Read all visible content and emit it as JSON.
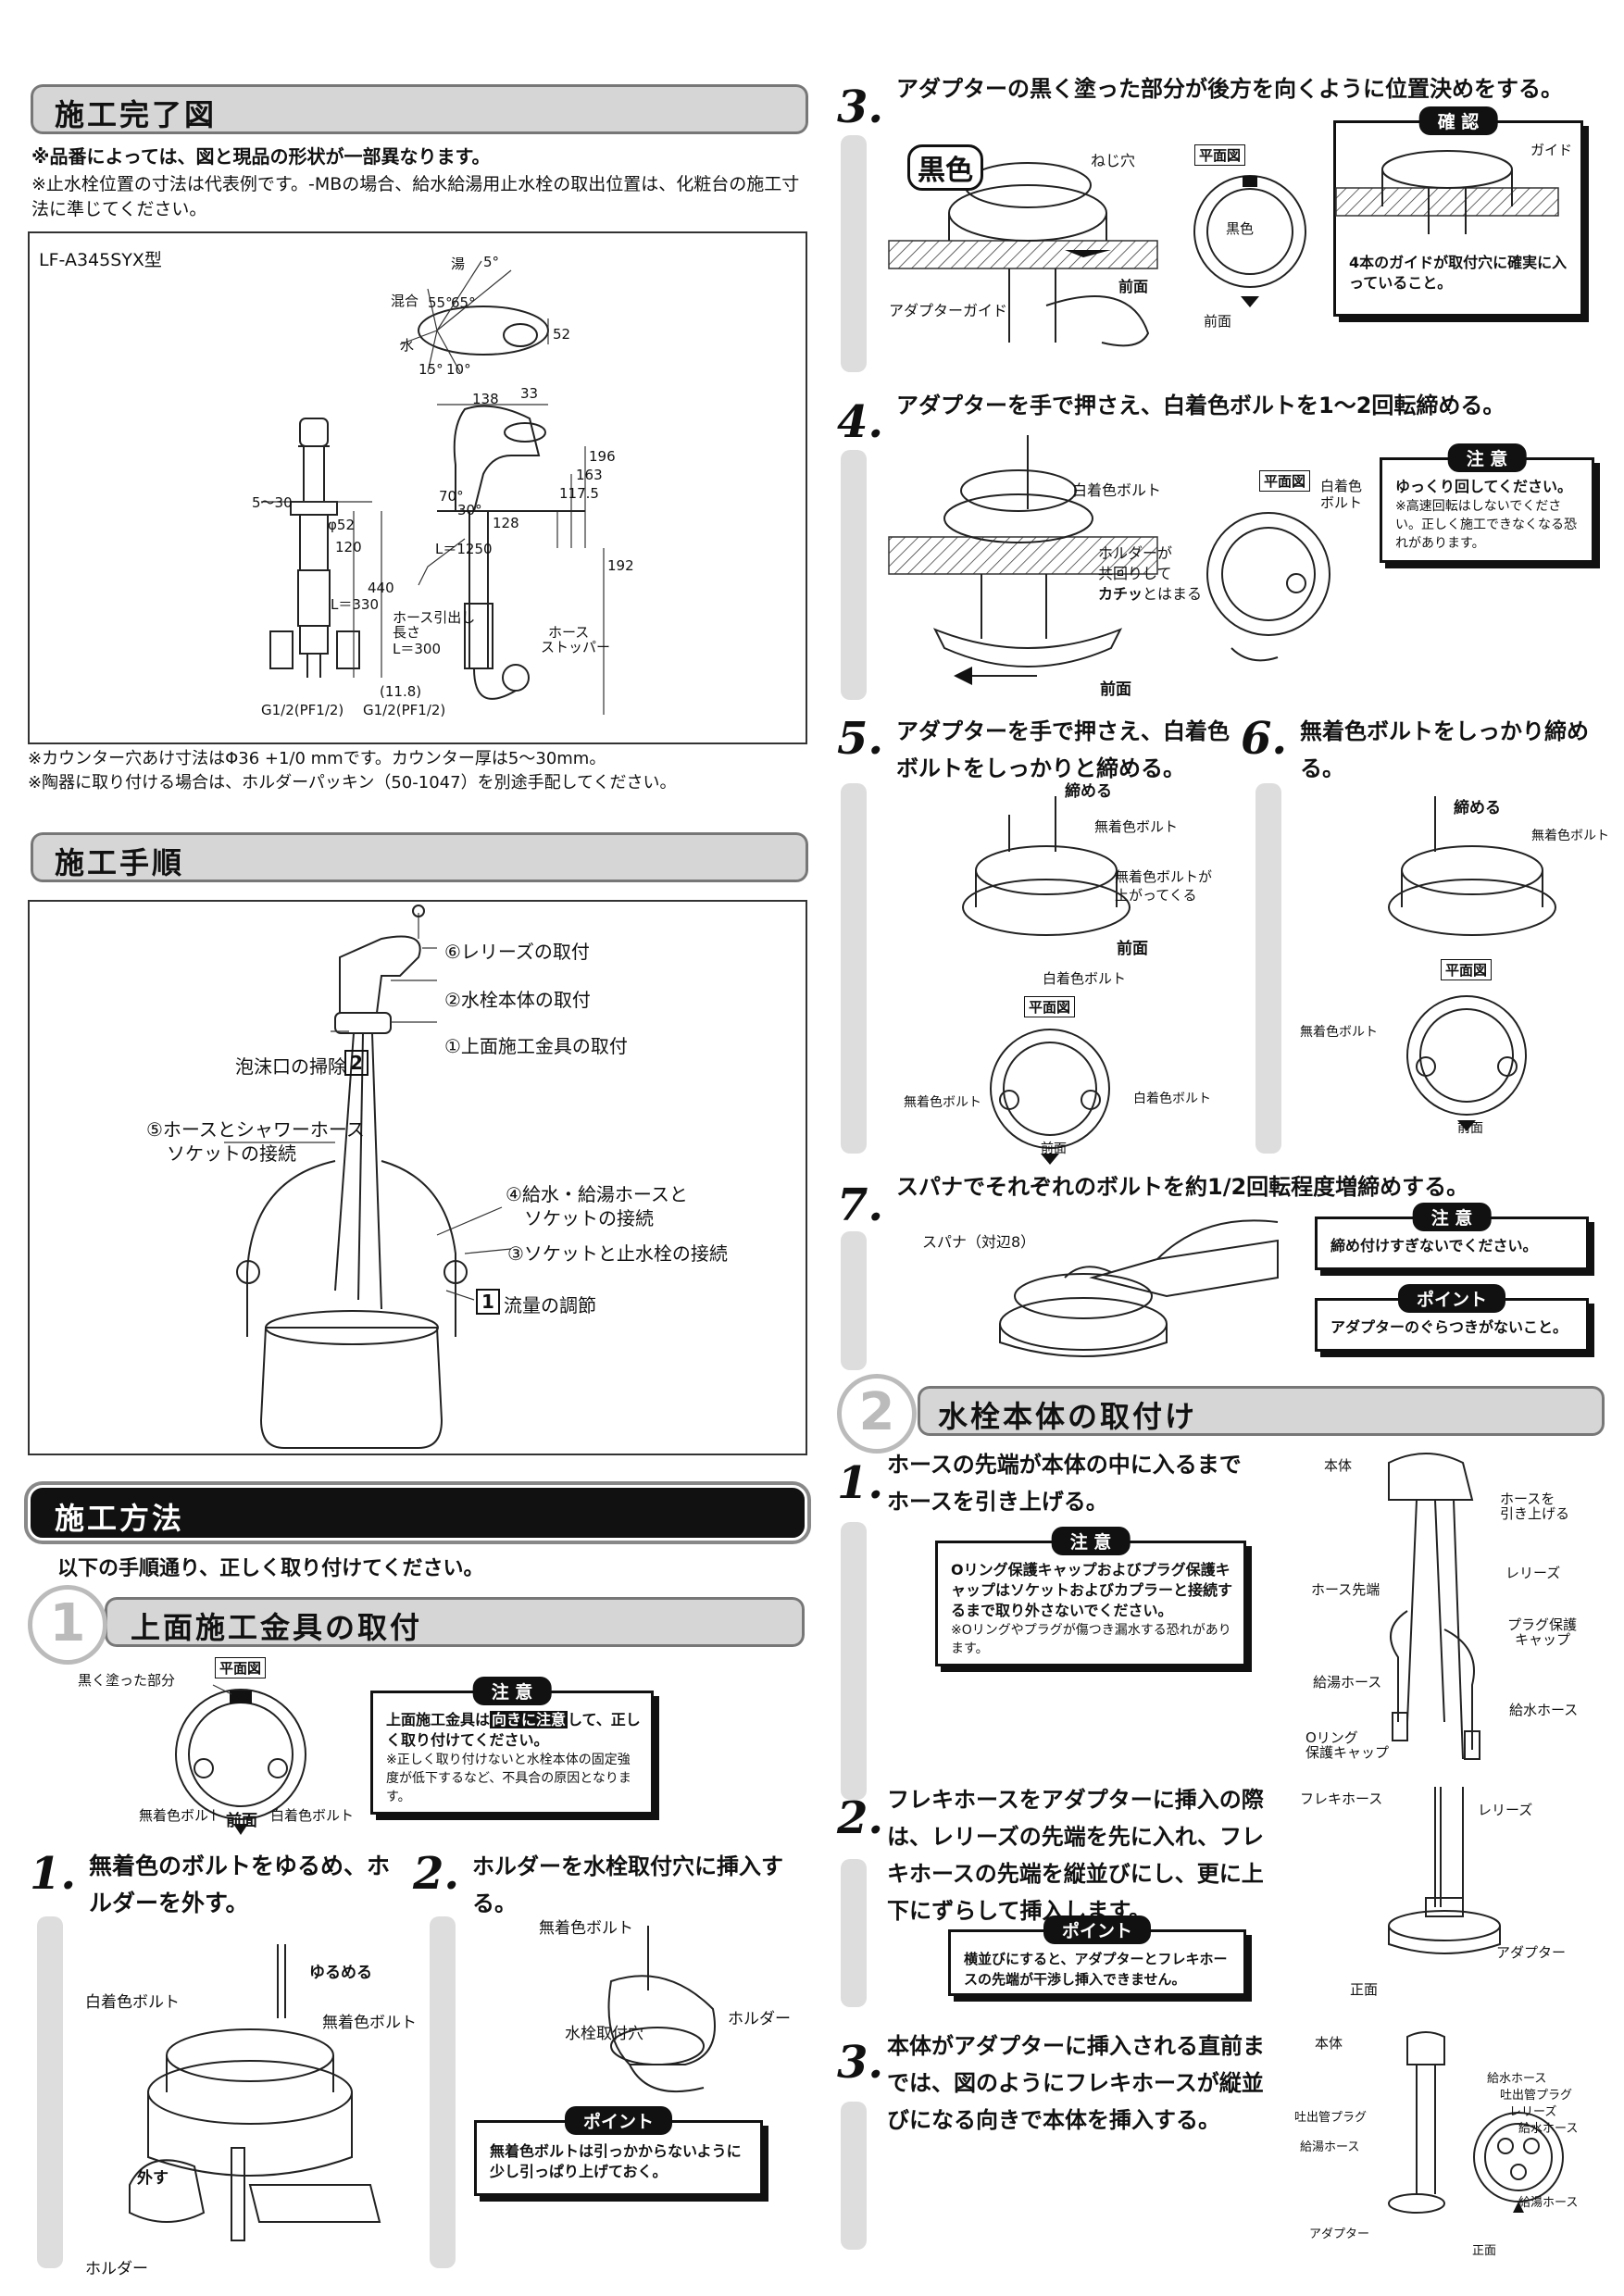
{
  "sec_complete": {
    "title": "施工完了図",
    "note_bold": "※品番によっては、図と現品の形状が一部異なります。",
    "note": "※止水栓位置の寸法は代表例です。-MBの場合、給水給湯用止水栓の取出位置は、化粧台の施工寸法に準じてください。",
    "model": "LF-A345SYX型",
    "dims": {
      "hot": "湯",
      "mix": "混合",
      "water": "水",
      "a5": "5°",
      "a55": "55°",
      "a65": "65°",
      "a15": "15°",
      "a10": "10°",
      "d52": "52",
      "d138": "138",
      "d33": "33",
      "d196": "196",
      "d163": "163",
      "d1175": "117.5",
      "a70": "70°",
      "a30": "30°",
      "d128": "128",
      "l1250": "L＝1250",
      "d192": "192",
      "d5_30": "5〜30",
      "phi52": "φ52",
      "d120": "120",
      "d440": "440",
      "l330": "L＝330",
      "hose_len": "ホース引出し",
      "hose_len2": "長さ",
      "l300": "L＝300",
      "stopper": "ホース",
      "stopper2": "ストッパー",
      "d118": "(11.8)",
      "g1": "G1/2(PF1/2)",
      "g2": "G1/2(PF1/2)"
    },
    "foot1": "※カウンター穴あけ寸法はΦ36 +1/0 mmです。カウンター厚は5〜30mm。",
    "foot2": "※陶器に取り付ける場合は、ホルダーパッキン（50-1047）を別途手配してください。"
  },
  "sec_procedure": {
    "title": "施工手順",
    "labels": {
      "s6": "⑥レリーズの取付",
      "s2": "②水栓本体の取付",
      "s1": "①上面施工金具の取付",
      "aerator": "泡沫口の掃除",
      "aerator_num": "2",
      "s5a": "⑤ホースとシャワーホース",
      "s5b": "ソケットの接続",
      "s4a": "④給水・給湯ホースと",
      "s4b": "ソケットの接続",
      "s3": "③ソケットと止水栓の接続",
      "flow_num": "1",
      "flow": "流量の調節"
    }
  },
  "sec_method": {
    "title": "施工方法",
    "intro": "以下の手順通り、正しく取り付けてください。"
  },
  "part1": {
    "num": "1",
    "title": "上面施工金具の取付",
    "plan": "平面図",
    "black_part": "黒く塗った部分",
    "bolt_clear": "無着色ボルト",
    "front": "前面",
    "bolt_white": "白着色ボルト",
    "caution_tag": "注 意",
    "caution_a": "上面施工金具は",
    "caution_hl": "向きに注意",
    "caution_b": "して、正しく取り付けてください。",
    "caution_sub": "※正しく取り付けないと水栓本体の固定強度が低下するなど、不具合の原因となります。",
    "step1_num": "1.",
    "step1": "無着色のボルトをゆるめ、ホルダーを外す。",
    "s1_loosen": "ゆるめる",
    "s1_white": "白着色ボルト",
    "s1_clear": "無着色ボルト",
    "s1_remove": "外す",
    "s1_holder": "ホルダー",
    "step2_num": "2.",
    "step2": "ホルダーを水栓取付穴に挿入する。",
    "s2_clear": "無着色ボルト",
    "s2_hole": "水栓取付穴",
    "s2_holder": "ホルダー",
    "point_tag": "ポイント",
    "point": "無着色ボルトは引っかからないように少し引っぱり上げておく。",
    "step3_num": "3.",
    "step3": "アダプターの黒く塗った部分が後方を向くように位置決めをする。",
    "s3_black": "黒色",
    "s3_screw": "ねじ穴",
    "s3_plan": "平面図",
    "s3_blackc": "黒色",
    "s3_front": "前面",
    "s3_front2": "前面",
    "s3_guide": "アダプターガイド",
    "confirm_tag": "確 認",
    "confirm_guide": "ガイド",
    "confirm": "4本のガイドが取付穴に確実に入っていること。",
    "step4_num": "4.",
    "step4": "アダプターを手で押さえ、白着色ボルトを1〜2回転締める。",
    "s4_white": "白着色ボルト",
    "s4_holder1": "ホルダーが",
    "s4_holder2": "共回りして",
    "s4_holder3a": "カチッ",
    "s4_holder3b": "とはまる",
    "s4_front": "前面",
    "s4_plan": "平面図",
    "s4_white2a": "白着色",
    "s4_white2b": "ボルト",
    "c4_tag": "注 意",
    "c4": "ゆっくり回してください。",
    "c4_sub": "※高速回転はしないでください。正しく施工できなくなる恐れがあります。",
    "step5_num": "5.",
    "step5": "アダプターを手で押さえ、白着色ボルトをしっかりと締める。",
    "s5_tighten": "締める",
    "s5_clear": "無着色ボルト",
    "s5_up1": "無着色ボルトが",
    "s5_up2": "上がってくる",
    "s5_front": "前面",
    "s5_white": "白着色ボルト",
    "s5_plan": "平面図",
    "s5_clear2": "無着色ボルト",
    "s5_white2": "白着色ボルト",
    "s5_front2": "前面",
    "step6_num": "6.",
    "step6": "無着色ボルトをしっかり締める。",
    "s6_tighten": "締める",
    "s6_clear": "無着色ボルト",
    "s6_plan": "平面図",
    "s6_clear2": "無着色ボルト",
    "s6_front": "前面",
    "step7_num": "7.",
    "step7": "スパナでそれぞれのボルトを約1/2回転程度増締めする。",
    "s7_spanner": "スパナ（対辺8）",
    "c7_tag": "注 意",
    "c7": "締め付けすぎないでください。",
    "p7_tag": "ポイント",
    "p7": "アダプターのぐらつきがないこと。"
  },
  "part2": {
    "num": "2",
    "title": "水栓本体の取付け",
    "step1_num": "1.",
    "step1": "ホースの先端が本体の中に入るまでホースを引き上げる。",
    "c1_tag": "注 意",
    "c1": "Oリング保護キャップおよびプラグ保護キャップはソケットおよびカプラーと接続するまで取り外さないでください。",
    "c1_sub": "※Oリングやプラグが傷つき漏水する恐れがあります。",
    "f1_body": "本体",
    "f1_pull1": "ホースを",
    "f1_pull2": "引き上げる",
    "f1_tip": "ホース先端",
    "f1_release": "レリーズ",
    "f1_plug1": "プラグ保護",
    "f1_plug2": "キャップ",
    "f1_hot": "給湯ホース",
    "f1_cold": "給水ホース",
    "f1_oring1": "Oリング",
    "f1_oring2": "保護キャップ",
    "step2_num": "2.",
    "step2": "フレキホースをアダプターに挿入の際は、レリーズの先端を先に入れ、フレキホースの先端を縦並びにし、更に上下にずらして挿入します。",
    "p2_tag": "ポイント",
    "p2": "横並びにすると、アダプターとフレキホースの先端が干渉し挿入できません。",
    "f2_flex": "フレキホース",
    "f2_release": "レリーズ",
    "f2_adapter": "アダプター",
    "f2_front": "正面",
    "step3_num": "3.",
    "step3": "本体がアダプターに挿入される直前までは、図のようにフレキホースが縦並びになる向きで本体を挿入する。",
    "f3_body": "本体",
    "f3_cold": "給水ホース",
    "f3_plug": "吐出管プラグ",
    "f3_release": "レリーズ",
    "f3_cold2": "給水ホース",
    "f3_plug2": "吐出管プラグ",
    "f3_hot": "給湯ホース",
    "f3_hot2": "給湯ホース",
    "f3_adapter": "アダプター",
    "f3_front": "正面"
  }
}
